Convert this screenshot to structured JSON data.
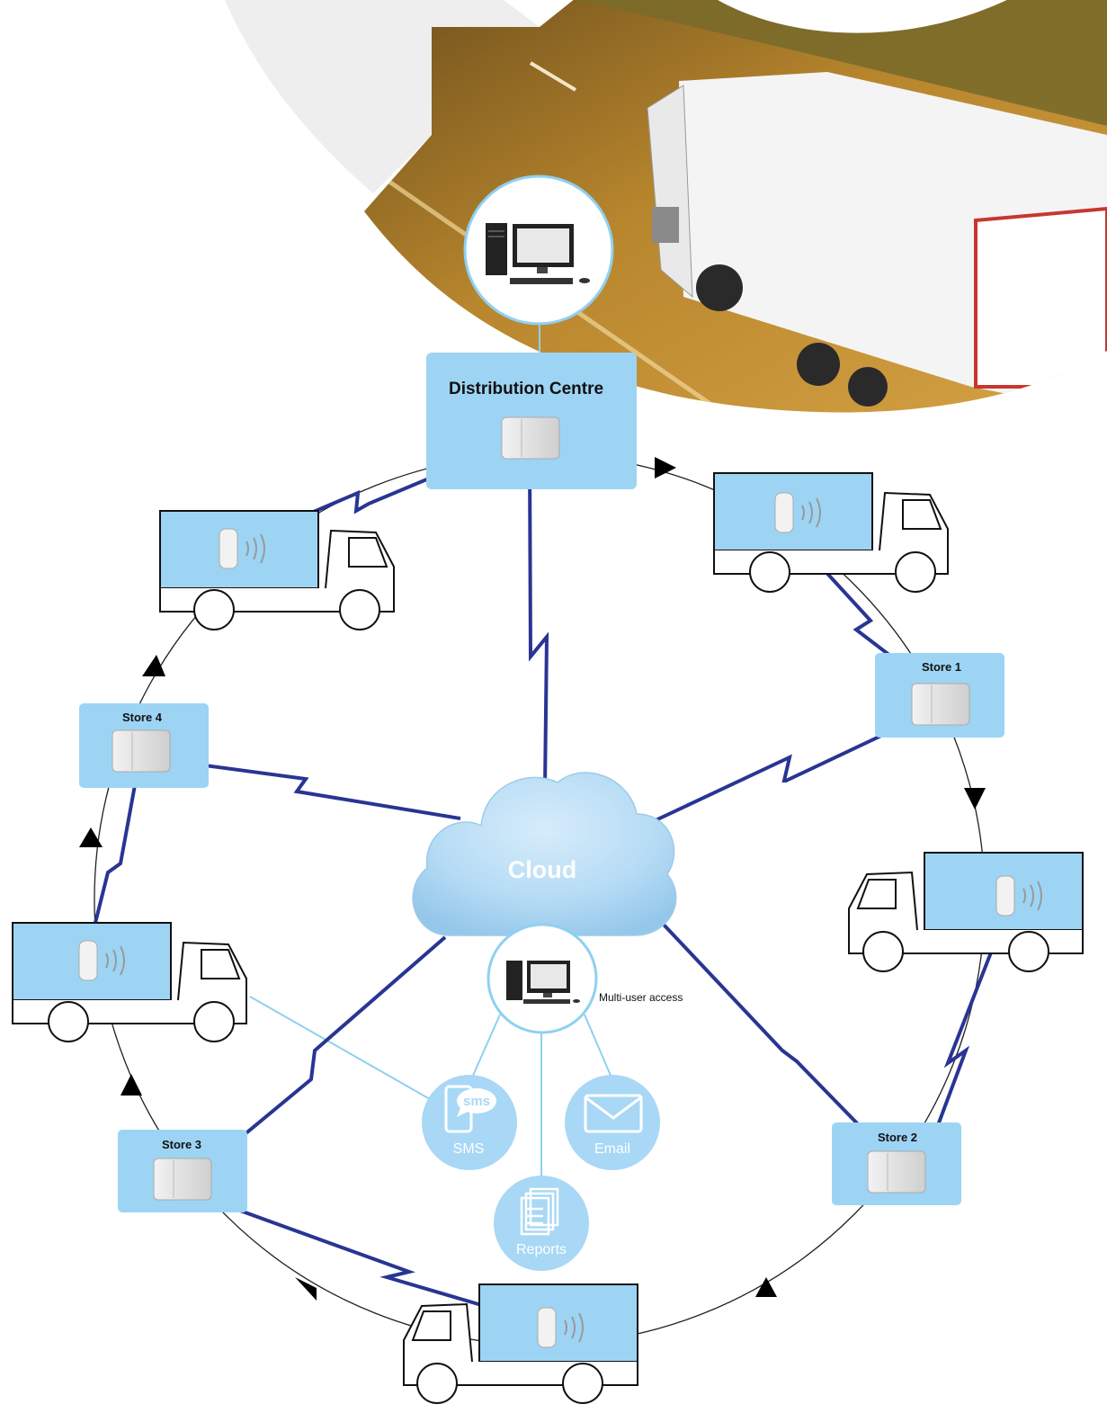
{
  "diagram": {
    "distribution_centre": "Distribution Centre",
    "cloud": "Cloud",
    "multi_user_access": "Multi-user access",
    "stores": {
      "store1": "Store 1",
      "store2": "Store 2",
      "store3": "Store 3",
      "store4": "Store 4"
    },
    "services": {
      "sms_badge": "sms",
      "sms": "SMS",
      "email": "Email",
      "reports": "Reports"
    }
  },
  "colors": {
    "node_fill": "#9dd4f4",
    "link_dark": "#283593",
    "link_light": "#8fd0f2",
    "service_fill": "#a8d8f5",
    "cycle_line": "#222222"
  }
}
